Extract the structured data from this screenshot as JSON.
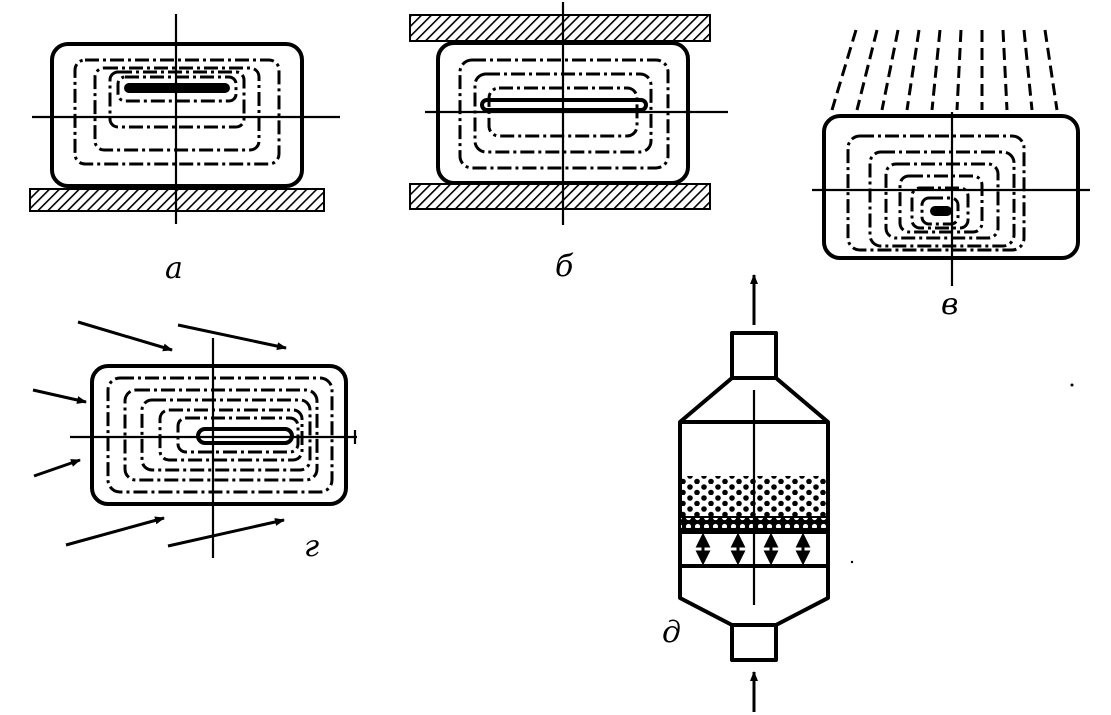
{
  "panels": [
    {
      "label": "а"
    },
    {
      "label": "б"
    },
    {
      "label": "в"
    },
    {
      "label": "г"
    },
    {
      "label": "д"
    }
  ],
  "colors": {
    "ink": "#000000",
    "background": "#ffffff"
  }
}
